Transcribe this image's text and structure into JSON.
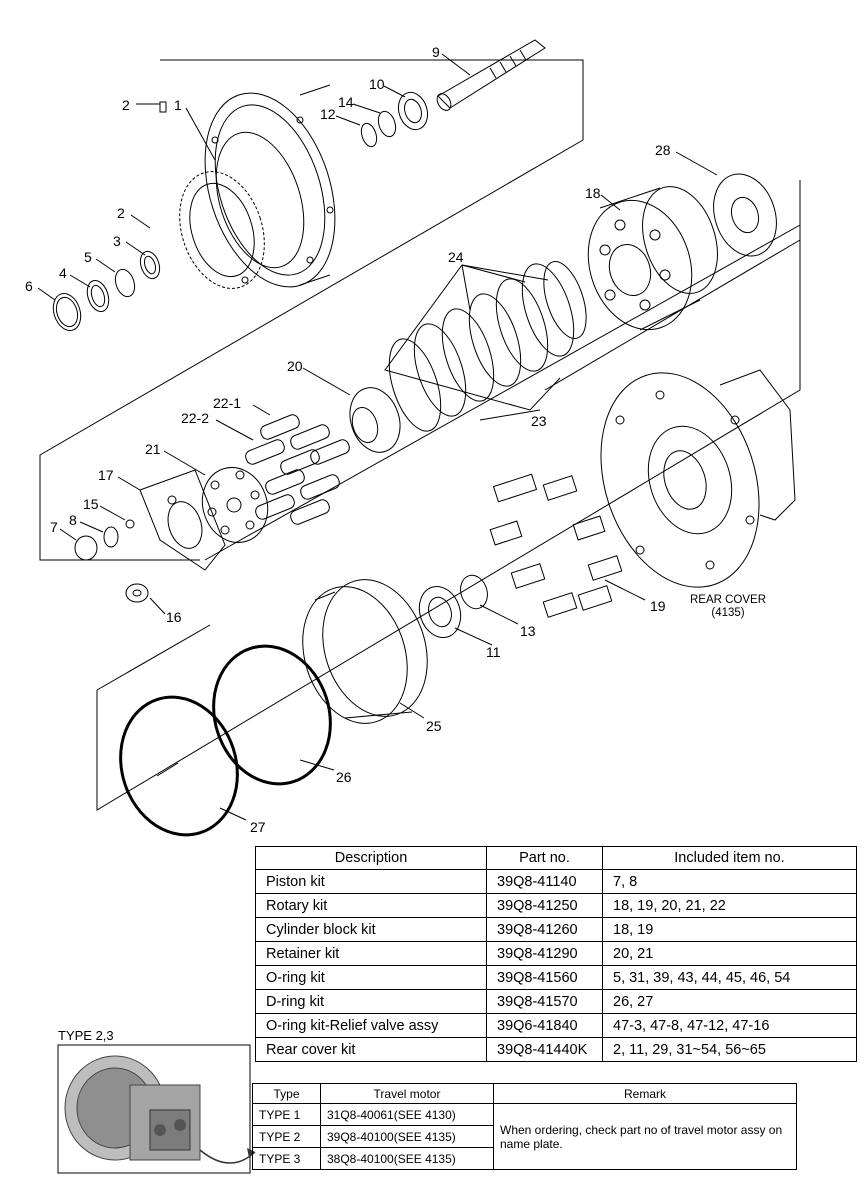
{
  "callouts": {
    "c1": "1",
    "c2a": "2",
    "c2b": "2",
    "c3": "3",
    "c4": "4",
    "c5": "5",
    "c6": "6",
    "c7": "7",
    "c8": "8",
    "c9": "9",
    "c10": "10",
    "c11": "11",
    "c12": "12",
    "c13": "13",
    "c14": "14",
    "c15": "15",
    "c16": "16",
    "c17": "17",
    "c18": "18",
    "c19": "19",
    "c20": "20",
    "c21": "21",
    "c22_1": "22-1",
    "c22_2": "22-2",
    "c23": "23",
    "c24": "24",
    "c25": "25",
    "c26": "26",
    "c27": "27",
    "c28": "28"
  },
  "rear_cover": {
    "line1": "REAR COVER",
    "line2": "(4135)"
  },
  "parts_table": {
    "headers": {
      "description": "Description",
      "part_no": "Part no.",
      "included": "Included item no."
    },
    "rows": [
      {
        "description": "Piston kit",
        "part_no": "39Q8-41140",
        "included": "7, 8"
      },
      {
        "description": "Rotary kit",
        "part_no": "39Q8-41250",
        "included": "18, 19, 20, 21, 22"
      },
      {
        "description": "Cylinder block kit",
        "part_no": "39Q8-41260",
        "included": "18, 19"
      },
      {
        "description": "Retainer kit",
        "part_no": "39Q8-41290",
        "included": "20, 21"
      },
      {
        "description": "O-ring kit",
        "part_no": "39Q8-41560",
        "included": "5, 31, 39, 43, 44, 45, 46, 54"
      },
      {
        "description": "D-ring kit",
        "part_no": "39Q8-41570",
        "included": "26, 27"
      },
      {
        "description": "O-ring kit-Relief valve assy",
        "part_no": "39Q6-41840",
        "included": "47-3, 47-8, 47-12, 47-16"
      },
      {
        "description": "Rear cover kit",
        "part_no": "39Q8-41440K",
        "included": "2, 11, 29, 31~54, 56~65"
      }
    ]
  },
  "type_section": {
    "label": "TYPE 2,3",
    "headers": {
      "type": "Type",
      "motor": "Travel motor",
      "remark": "Remark"
    },
    "rows": [
      {
        "type": "TYPE 1",
        "motor": "31Q8-40061(SEE 4130)"
      },
      {
        "type": "TYPE 2",
        "motor": "39Q8-40100(SEE 4135)"
      },
      {
        "type": "TYPE 3",
        "motor": "38Q8-40100(SEE 4135)"
      }
    ],
    "remark": "When ordering, check part no of travel motor assy on name plate."
  }
}
